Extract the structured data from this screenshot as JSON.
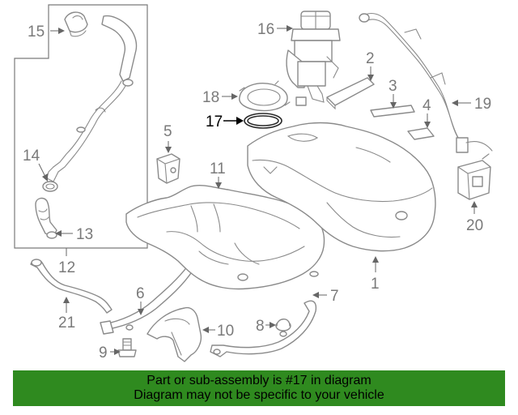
{
  "highlighted_part": "17",
  "callouts": {
    "c1": "1",
    "c2": "2",
    "c3": "3",
    "c4": "4",
    "c5": "5",
    "c6": "6",
    "c7": "7",
    "c8": "8",
    "c9": "9",
    "c10": "10",
    "c11": "11",
    "c12": "12",
    "c13": "13",
    "c14": "14",
    "c15": "15",
    "c16": "16",
    "c17": "17",
    "c18": "18",
    "c19": "19",
    "c20": "20",
    "c21": "21"
  },
  "footer": {
    "line1": "Part or sub-assembly is #17 in diagram",
    "line2": "Diagram may not be specific to your vehicle"
  },
  "colors": {
    "banner": "#2f8a1f",
    "line_art": "#8a8a8a",
    "highlight": "#000000"
  }
}
